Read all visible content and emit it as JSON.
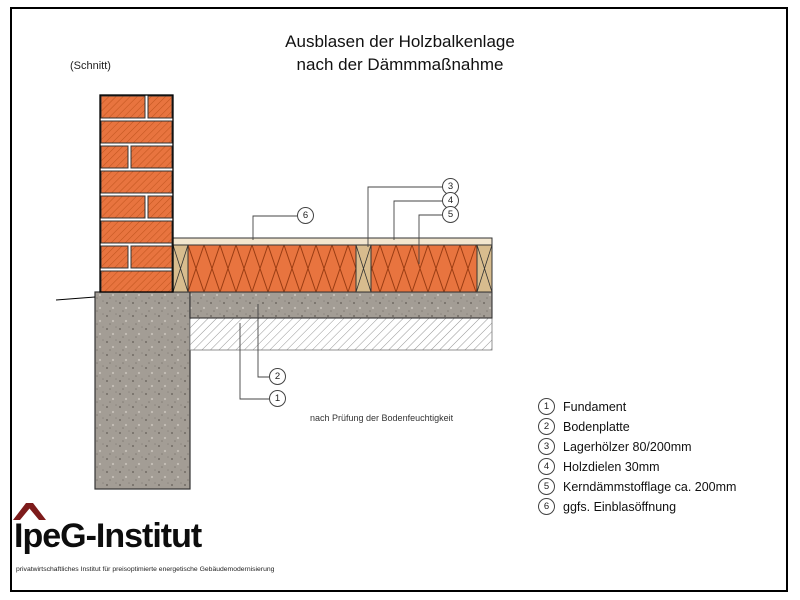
{
  "page": {
    "title_line1": "Ausblasen der Holzbalkenlage",
    "title_line2": "nach der Dämmmaßnahme",
    "section_label": "(Schnitt)"
  },
  "drawing": {
    "callouts": [
      "1",
      "2",
      "3",
      "4",
      "5",
      "6"
    ],
    "note": "nach Prüfung der Bodenfeuchtigkeit"
  },
  "legend": {
    "items": [
      {
        "num": "1",
        "label": "Fundament"
      },
      {
        "num": "2",
        "label": "Bodenplatte"
      },
      {
        "num": "3",
        "label": "Lagerhölzer 80/200mm"
      },
      {
        "num": "4",
        "label": "Holzdielen 30mm"
      },
      {
        "num": "5",
        "label": "Kerndämmstofflage ca. 200mm"
      },
      {
        "num": "6",
        "label": "ggfs. Einblasöffnung"
      }
    ]
  },
  "logo": {
    "name": "IpeG-Institut",
    "tagline": "privatwirtschaftliches Institut für preisoptimierte energetische Gebäudemodernisierung"
  },
  "colors": {
    "brick_orange": "#e8743f",
    "insulation_orange": "#e8743f",
    "wood_tan": "#d8bc8e",
    "concrete_gray": "#a39d95",
    "logo_roof_red": "#7d1b1b"
  }
}
